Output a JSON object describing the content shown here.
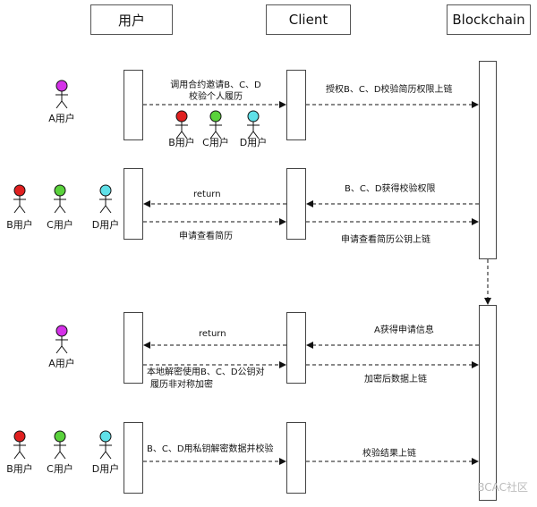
{
  "lanes": {
    "user": "用户",
    "client": "Client",
    "blockchain": "Blockchain"
  },
  "messages": {
    "m1_line1": "调用合约邀请B、C、D",
    "m1_line2": "校验个人履历",
    "m2": "授权B、C、D校验简历权限上链",
    "m3": "B、C、D获得校验权限",
    "m4": "return",
    "m5": "申请查看简历",
    "m6": "申请查看简历公钥上链",
    "m7": "A获得申请信息",
    "m8": "return",
    "m9_line1": "本地解密使用B、C、D公钥对",
    "m9_line2": "履历非对称加密",
    "m10": "加密后数据上链",
    "m11": "B、C、D用私钥解密数据并校验",
    "m12": "校验结果上链"
  },
  "actors": {
    "a": "A用户",
    "b": "B用户",
    "c": "C用户",
    "d": "D用户"
  },
  "colors": {
    "a": "#d431e8",
    "b": "#e02020",
    "c": "#5ad23c",
    "d": "#5fe0e8"
  },
  "watermark": "BCAC社区"
}
